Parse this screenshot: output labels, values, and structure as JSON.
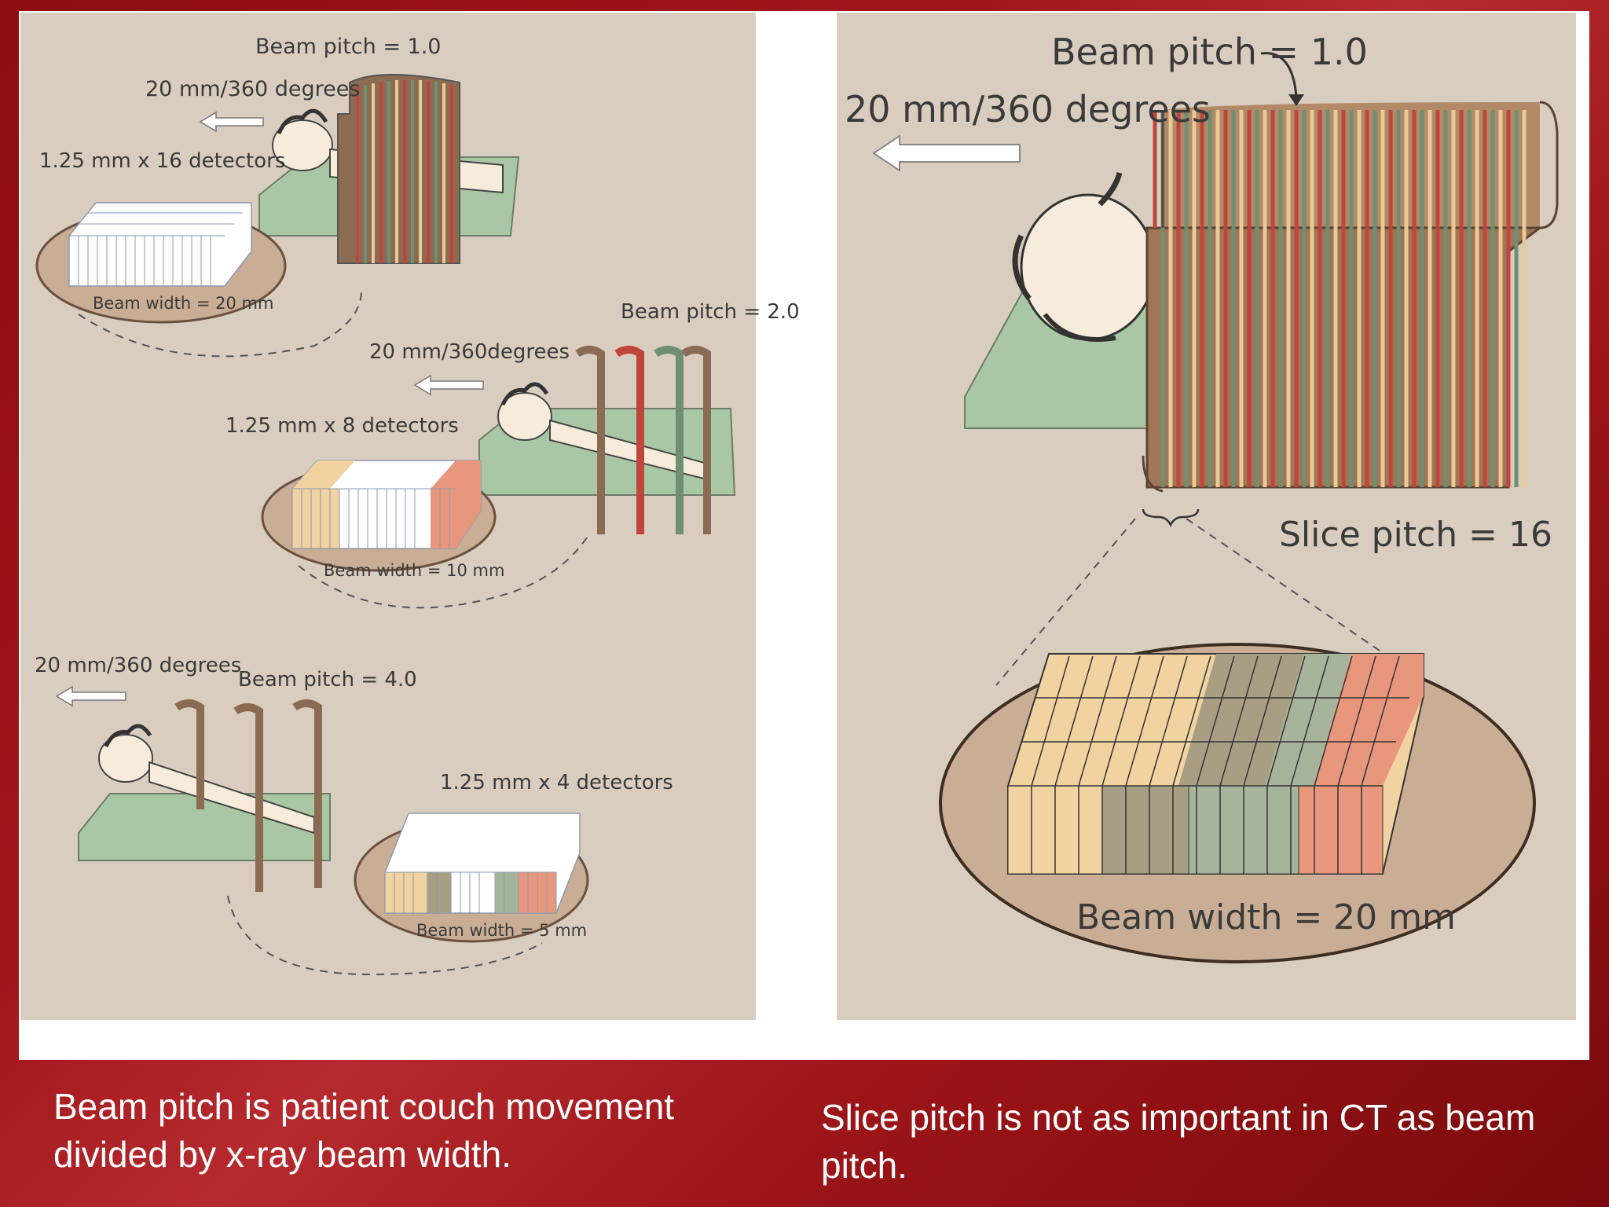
{
  "left_panel": {
    "diagram_a": {
      "pitch_label": "Beam pitch = 1.0",
      "rate_label": "20 mm/360 degrees",
      "detector_label": "1.25 mm x 16 detectors",
      "width_label": "Beam width = 20 mm"
    },
    "diagram_b": {
      "pitch_label": "Beam pitch = 2.0",
      "rate_label": "20 mm/360degrees",
      "detector_label": "1.25 mm x 8 detectors",
      "width_label": "Beam width = 10 mm"
    },
    "diagram_c": {
      "pitch_label": "Beam pitch = 4.0",
      "rate_label": "20 mm/360 degrees",
      "detector_label": "1.25 mm x 4 detectors",
      "width_label": "Beam width = 5 mm"
    }
  },
  "right_panel": {
    "pitch_label": "Beam pitch = 1.0",
    "rate_label": "20 mm/360 degrees",
    "slice_label": "Slice pitch = 16",
    "width_label": "Beam width = 20 mm"
  },
  "captions": {
    "left": "Beam pitch is patient couch movement divided by x-ray beam width.",
    "right": "Slice pitch is not as important in CT as beam pitch."
  },
  "colors": {
    "panel_bg": "#d9cdc0",
    "table": "#a9c7a4",
    "skin": "#f7ecdc",
    "detector_tan": "#f0d3a0",
    "detector_olive": "#a79e83",
    "detector_sage": "#a7b49c",
    "detector_salmon": "#e8977c",
    "helix_red": "#c0453d",
    "helix_green": "#6f8f73",
    "helix_cream": "#e9c995"
  }
}
